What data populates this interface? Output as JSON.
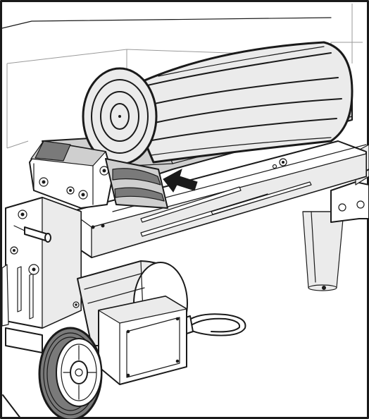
{
  "figure": {
    "background_color": "#ffffff",
    "line_color": "#1a1a1a",
    "fill_light": "#ebebeb",
    "fill_mid": "#cfcfcf",
    "fill_dark": "#7a7a7a",
    "arrow_color": "#1a1a1a",
    "arrow_direction": "left",
    "icons": [
      "log",
      "splitting-wedge",
      "push-arrow",
      "machine-beam",
      "motor",
      "switch-box",
      "wheel",
      "power-cable",
      "support-leg",
      "bolt"
    ]
  }
}
